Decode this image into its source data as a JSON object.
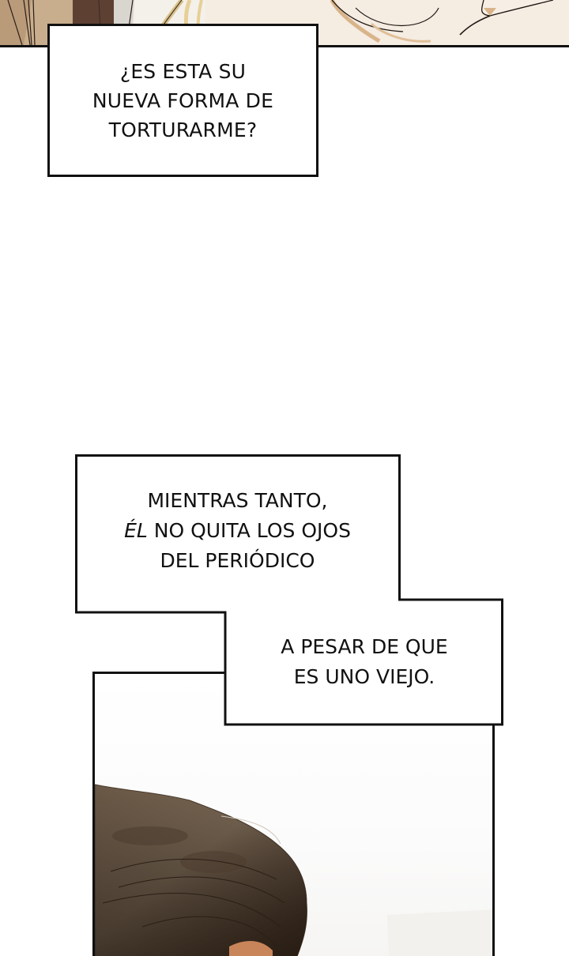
{
  "page": {
    "type": "webtoon-panel-strip",
    "background_color": "#ffffff",
    "border_color": "#111111"
  },
  "top_panel": {
    "description": "partial illustration: robes and blonde hair strands",
    "colors": {
      "background": "#f5ece2",
      "robe_tan": "#c9ae8d",
      "robe_brown": "#5e4033",
      "hair_blonde": "#e7cf97"
    }
  },
  "captions": [
    {
      "id": "caption-1",
      "lines": [
        "¿ES ESTA SU",
        "NUEVA FORMA DE",
        "TORTURARME?"
      ]
    },
    {
      "id": "caption-2",
      "lines": [
        "MIENTRAS TANTO,",
        "NO QUITA LOS OJOS",
        "DEL PERIÓDICO"
      ],
      "emphasis_word": "ÉL"
    },
    {
      "id": "caption-3",
      "lines": [
        "A PESAR DE QUE",
        "ES UNO VIEJO."
      ]
    }
  ],
  "bottom_panel": {
    "description": "illustration: top of a man's head with dark brown hair, bright white background",
    "colors": {
      "hair_dark": "#3b2a1e",
      "hair_mid": "#6b5846",
      "hair_light": "#8a7a66",
      "skin": "#c9855a"
    }
  }
}
